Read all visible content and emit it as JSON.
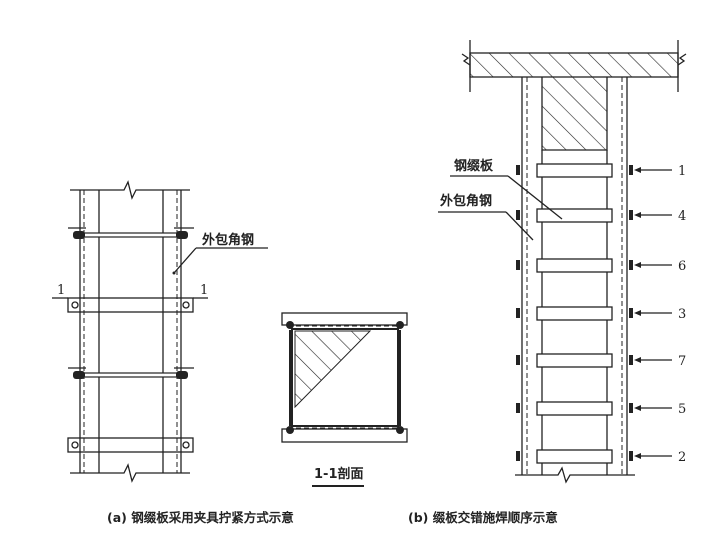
{
  "figure_a": {
    "label_angle_steel": "外包角钢",
    "section_mark_left": "1",
    "section_mark_right": "1",
    "caption": "(a) 钢缀板采用夹具拧紧方式示意"
  },
  "section": {
    "title": "1-1剖面"
  },
  "figure_b": {
    "label_batten": "钢缀板",
    "label_angle_steel": "外包角钢",
    "weld_sequence": [
      "1",
      "4",
      "6",
      "3",
      "7",
      "5",
      "2"
    ],
    "caption": "(b) 缀板交错施焊顺序示意"
  },
  "colors": {
    "ink": "#222222",
    "background": "#ffffff"
  }
}
